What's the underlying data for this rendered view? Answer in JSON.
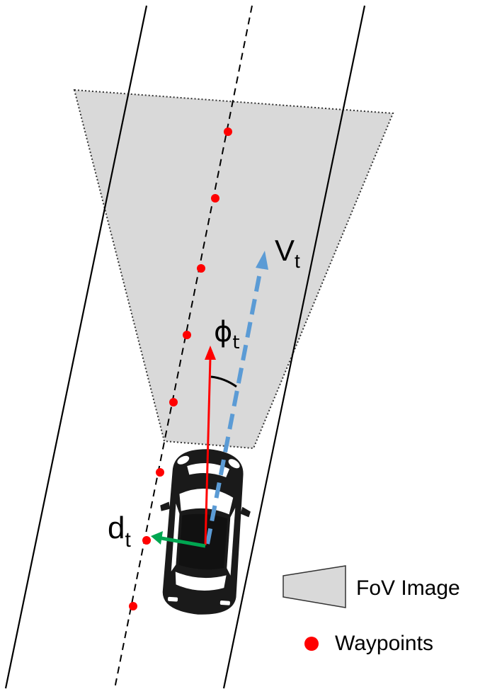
{
  "labels": {
    "velocity": "V",
    "velocity_sub": "t",
    "heading": "ϕ",
    "heading_sub": "t",
    "distance": "d",
    "distance_sub": "t"
  },
  "legend": {
    "fov": "FoV Image",
    "waypoints": "Waypoints"
  },
  "colors": {
    "fov_fill": "#d9d9d9",
    "waypoint": "#ff0000",
    "heading_arrow": "#ff0000",
    "velocity_arrow": "#5b9bd5",
    "offset_arrow": "#00a651",
    "car_body": "#1a1a1a"
  },
  "icons": {
    "vehicle": "top-down-car-icon"
  }
}
